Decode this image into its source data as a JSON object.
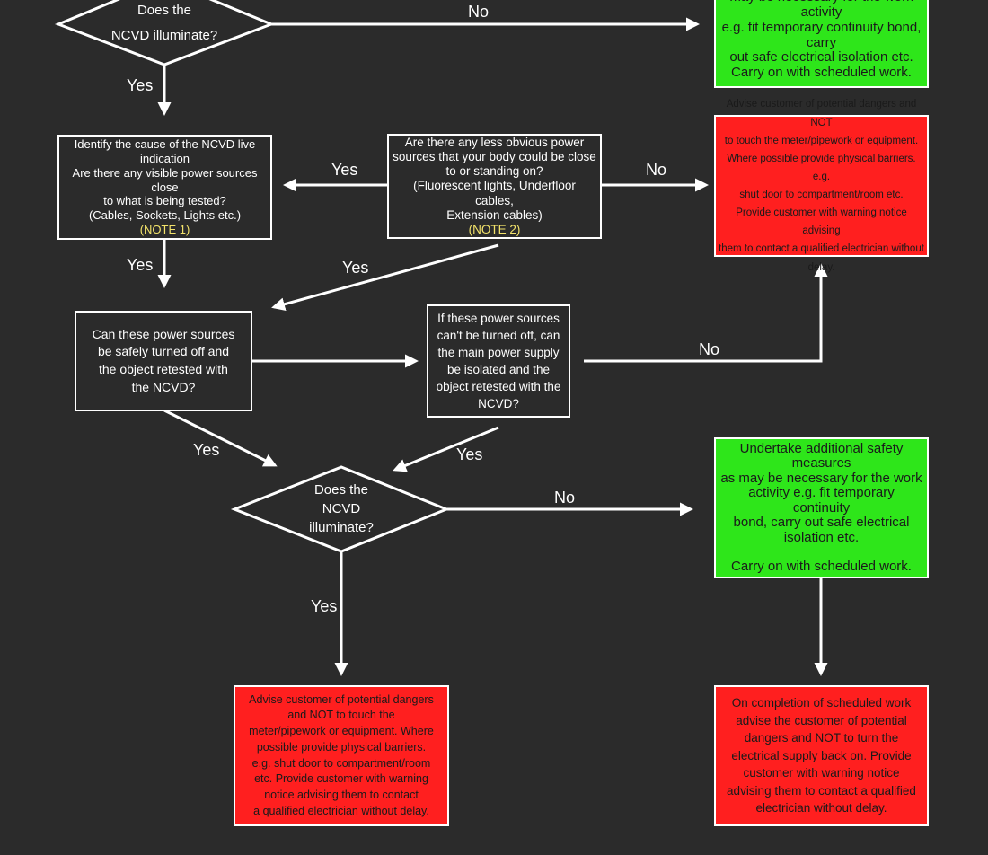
{
  "decisions": {
    "top": [
      "Does the",
      "NCVD illuminate?"
    ],
    "bottom": [
      "Does the",
      "NCVD",
      "illuminate?"
    ]
  },
  "boxes": {
    "top_green": {
      "lines": [
        "may be necessary for the work activity",
        "e.g. fit temporary continuity bond, carry",
        "out safe electrical isolation etc."
      ],
      "carry_on": "Carry on with scheduled work."
    },
    "identify": {
      "lines": [
        "Identify the cause of the NCVD live indication",
        "Are there any visible power sources close",
        "to what is being tested?",
        "(Cables, Sockets, Lights etc.)"
      ],
      "note": "(NOTE 1)"
    },
    "less_obvious": {
      "lines": [
        "Are there any less obvious power",
        "sources that your body could be close",
        "to or standing on?",
        "(Fluorescent lights, Underfloor cables,",
        "Extension cables)"
      ],
      "note": "(NOTE 2)"
    },
    "red_top": {
      "lines": [
        "Advise customer of potential dangers and NOT",
        "to touch the meter/pipework or equipment.",
        "Where possible provide physical barriers. e.g.",
        "shut door to compartment/room etc.",
        "Provide customer with warning notice advising",
        "them to contact a qualified electrician without delay."
      ]
    },
    "turn_off": {
      "lines": [
        "Can these power sources",
        "be safely turned off and",
        "the object retested with",
        "the NCVD?"
      ]
    },
    "main_supply": {
      "lines": [
        "If these power sources",
        "can't be turned off, can",
        "the main power supply",
        "be isolated and the",
        "object retested with the",
        "NCVD?"
      ]
    },
    "green_mid": {
      "lines": [
        "Undertake additional safety measures",
        "as may be necessary for the work",
        "activity e.g. fit temporary continuity",
        "bond, carry out safe electrical",
        "isolation etc."
      ],
      "carry_on": "Carry on with scheduled work."
    },
    "red_bottom_left": {
      "lines": [
        "Advise customer of potential dangers",
        "and NOT to touch the",
        "meter/pipework or equipment. Where",
        "possible provide physical barriers.",
        "e.g. shut door to compartment/room",
        "etc. Provide customer with warning",
        "notice advising them to contact",
        "a qualified electrician without delay."
      ]
    },
    "red_bottom_right": {
      "lines": [
        "On completion of scheduled work",
        "advise the customer of potential",
        "dangers and NOT to turn the",
        "electrical supply back on. Provide",
        "customer with warning notice",
        "advising them to contact a qualified",
        "electrician without delay."
      ]
    }
  },
  "labels": {
    "yes": "Yes",
    "no": "No"
  },
  "colors": {
    "background": "#2b2b2b",
    "green": "#2ee61a",
    "red": "#ff1f1f",
    "note": "#f3e36a",
    "line": "#ffffff"
  }
}
